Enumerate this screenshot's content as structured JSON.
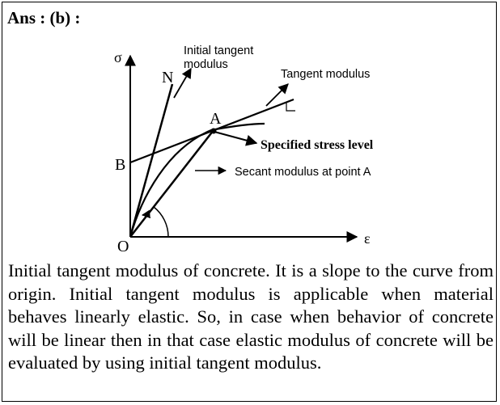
{
  "heading": "Ans : (b) :",
  "diagram": {
    "y_axis_symbol": "σ",
    "x_axis_symbol": "ε",
    "origin_label": "O",
    "point_n_label": "N",
    "point_a_label": "A",
    "point_b_label": "B",
    "initial_tangent_label_line1": "Initial tangent",
    "initial_tangent_label_line2": "modulus",
    "tangent_modulus_label": "Tangent modulus",
    "specified_stress_label": "Specified stress level",
    "secant_modulus_label": "Secant modulus at point A"
  },
  "explanation": "Initial tangent modulus of concrete. It is a slope to the curve from origin. Initial tangent modulus is applicable when material behaves linearly elastic. So, in case when behavior of concrete will be linear then in that case elastic modulus of concrete will be evaluated by using initial tangent modulus."
}
